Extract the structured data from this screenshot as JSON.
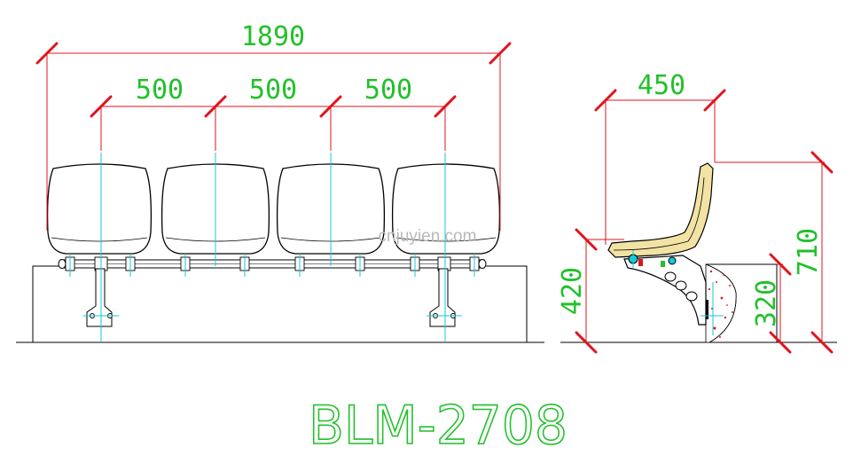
{
  "dimensions": {
    "overall_width": "1890",
    "seat_pitch_1": "500",
    "seat_pitch_2": "500",
    "seat_pitch_3": "500",
    "side_depth": "450",
    "seat_height": "420",
    "total_height": "710",
    "base_height": "320"
  },
  "watermark": "cnjuyien.com",
  "model_code": "BLM-2708",
  "colors": {
    "dimension_line": "#e0141c",
    "dimension_text": "#22c02a",
    "centerline": "#16c8d8",
    "outline": "#000000",
    "seat_fill": "#f2e3a4",
    "concrete_dots": "#d81c1c"
  }
}
